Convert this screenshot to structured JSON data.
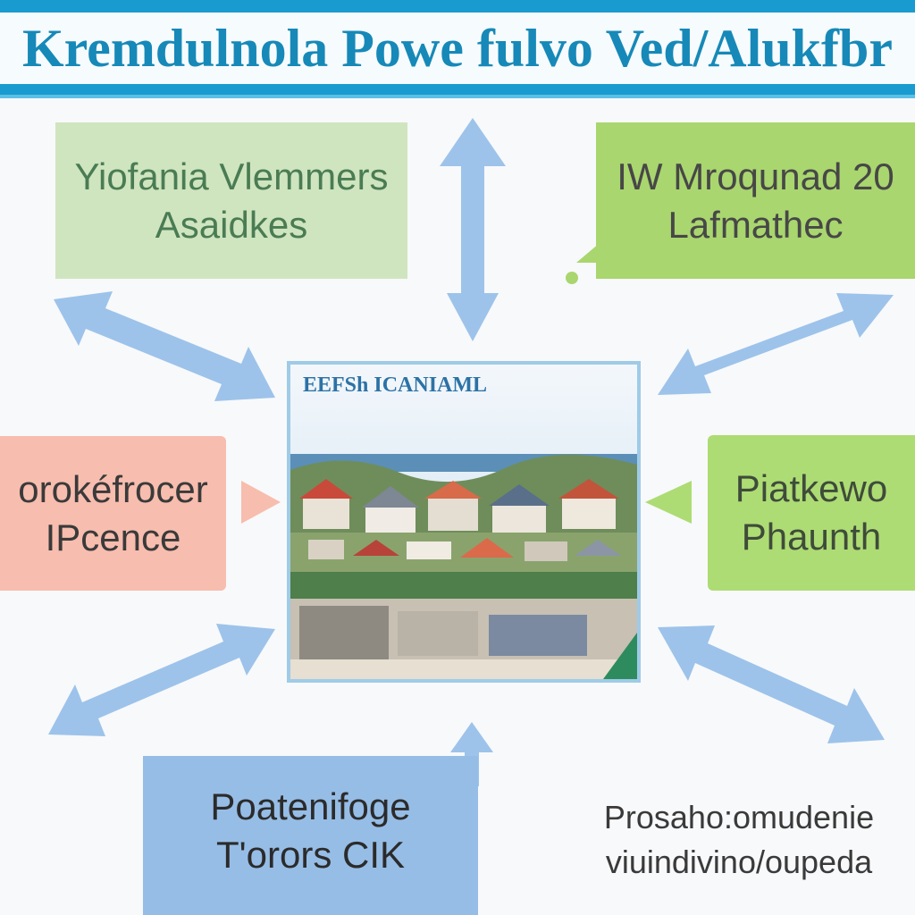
{
  "header": {
    "title": "Kremdulnola Powe fulvo Ved/Alukfbr"
  },
  "boxes": {
    "top_left": {
      "line1": "Yiofania Vlemmers",
      "line2": "Asaidkes"
    },
    "top_right": {
      "line1": "IW Mroqunad 20",
      "line2": "Lafmathec"
    },
    "mid_left": {
      "line1": "orokéfrocer",
      "line2": "IPcence"
    },
    "mid_right": {
      "line1": "Piatkewo",
      "line2": "Phaunth"
    },
    "bottom_left": {
      "line1": "Poatenifoge",
      "line2": "T'orors CIK"
    },
    "bottom_right": {
      "line1": "Prosaho:omudenie",
      "line2": "viuindivino/oupeda"
    }
  },
  "center": {
    "label": "EEFSh ICANIAML"
  },
  "colors": {
    "header_bg": "#1a9bd0",
    "arrow": "#9dc3ea",
    "green_light": "#cfe5bf",
    "green": "#a9d66e",
    "salmon": "#f7bdae",
    "blue_box": "#96bde6"
  }
}
